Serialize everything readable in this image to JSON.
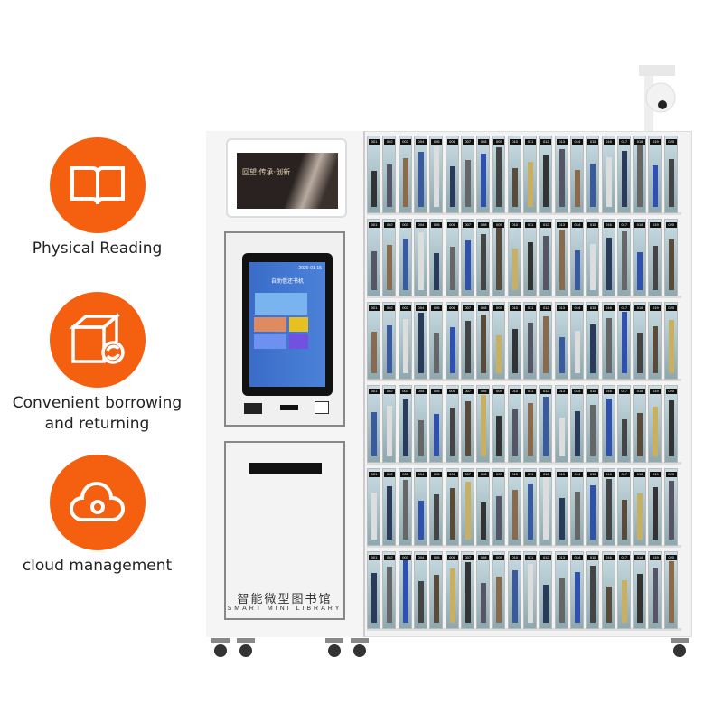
{
  "features": [
    {
      "label": "Physical Reading",
      "icon": "open-book-icon"
    },
    {
      "label": "Convenient borrowing and returning",
      "icon": "box-exchange-icon"
    },
    {
      "label": "cloud management",
      "icon": "cloud-gear-icon"
    }
  ],
  "colors": {
    "accent": "#f4600f"
  },
  "banner": {
    "text": "回望·传承·创新"
  },
  "screen": {
    "date": "2020-01-15",
    "title": "自助借还书机"
  },
  "cabinet": {
    "name_cn": "智能微型图书馆",
    "name_en": "SMART MINI LIBRARY"
  },
  "locker": {
    "rows": 6,
    "columns": 20
  }
}
